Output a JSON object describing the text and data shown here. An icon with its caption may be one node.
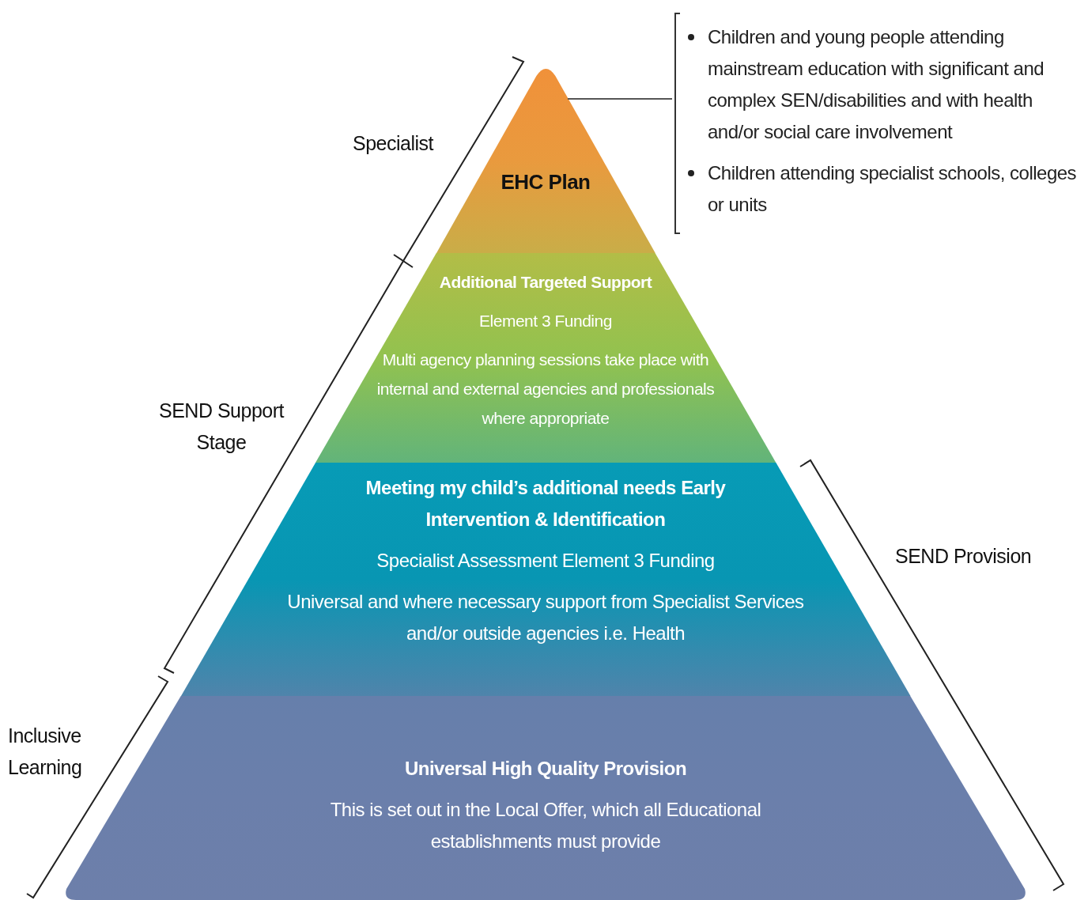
{
  "diagram": {
    "nodes": [
      {
        "text": [
          "EHC Plan"
        ]
      },
      {
        "text": [
          "Additional Targeted Support",
          "Element 3 Funding",
          "Multi agency planning sessions take place with internal and external agencies and professionals where appropriate"
        ]
      },
      {
        "text": [
          "Meeting my child’s additional needs Early Intervention & Identification",
          "Specialist Assessment Element 3 Funding",
          "Universal and where necessary support from Specialist Services and/or outside agencies i.e. Health"
        ]
      },
      {
        "text": [
          "Universal High Quality Provision",
          "This is set out in the Local Offer, which all Educational establishments must provide"
        ]
      },
      {
        "text": [
          "Children and young people attending mainstream education with significant and complex SEN/disabilities and with health and/or social care involvement",
          "Children attending specialist schools, colleges or units"
        ]
      }
    ],
    "edges": [
      {
        "from": 4,
        "to": 0,
        "arrow": "none"
      }
    ],
    "labels": [
      "Specialist",
      "SEND Support Stage",
      "Inclusive Learning",
      "SEND Provision"
    ]
  }
}
